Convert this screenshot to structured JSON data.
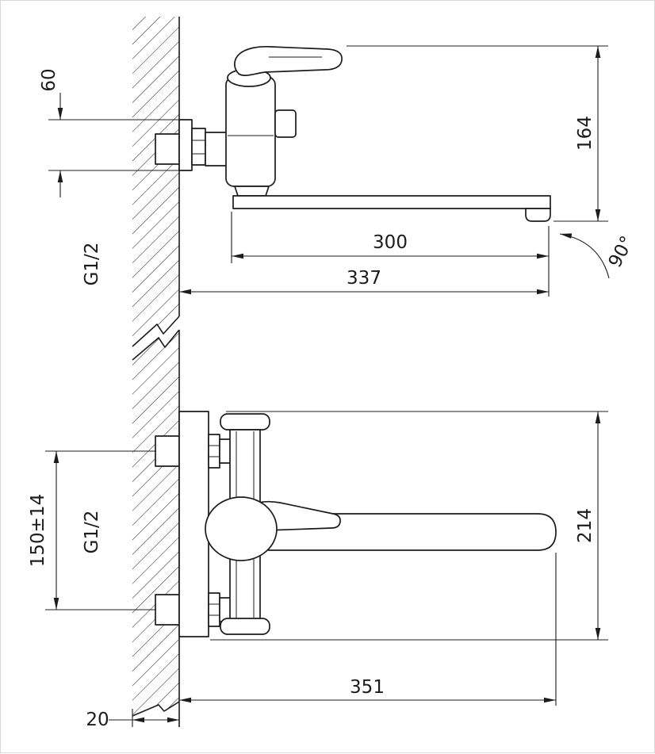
{
  "page": {
    "type": "technical-drawing",
    "subject": "wall-mounted bath mixer with long swivel spout, side view and front view"
  },
  "colors": {
    "line": "#1c1c1c",
    "background": "#ffffff"
  },
  "dims": {
    "d60": "60",
    "g12_top": "G1/2",
    "d164": "164",
    "d300": "300",
    "d337": "337",
    "angle": "90°",
    "d150": "150±14",
    "g12_bottom": "G1/2",
    "d214": "214",
    "d351": "351",
    "d20": "20"
  }
}
